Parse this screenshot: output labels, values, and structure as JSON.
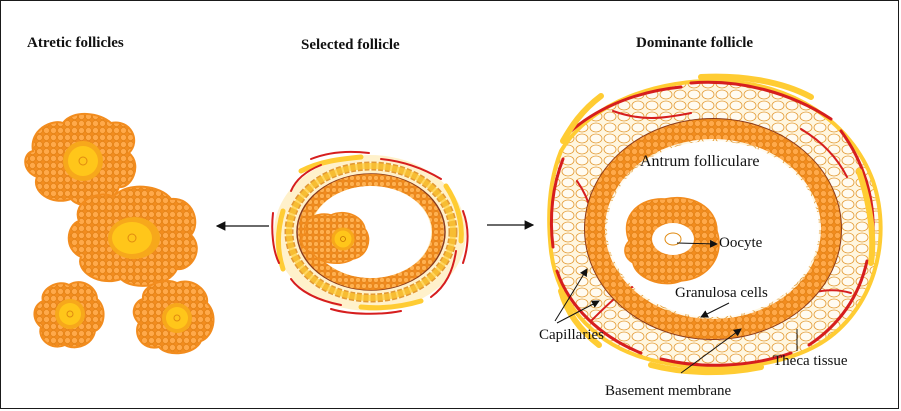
{
  "headings": {
    "atretic": "Atretic follicles",
    "selected": "Selected follicle",
    "dominant": "Dominante follicle"
  },
  "labels": {
    "antrum": "Antrum folliculare",
    "oocyte": "Oocyte",
    "granulosa": "Granulosa cells",
    "capillaries": "Capillaries",
    "theca": "Theca tissue",
    "basement": "Basement membrane"
  },
  "colors": {
    "granulosa_orange": "#F28C1E",
    "cell_outline": "#E8A02A",
    "oocyte_yellow": "#FFC61A",
    "oocyte_ring": "#F7A81B",
    "capillary_red": "#D61E1E",
    "theca_yellow": "#FFCC33",
    "theca_cell_outline": "#E39A33",
    "membrane_brown": "#8A3A1A",
    "arrow": "#111111"
  }
}
